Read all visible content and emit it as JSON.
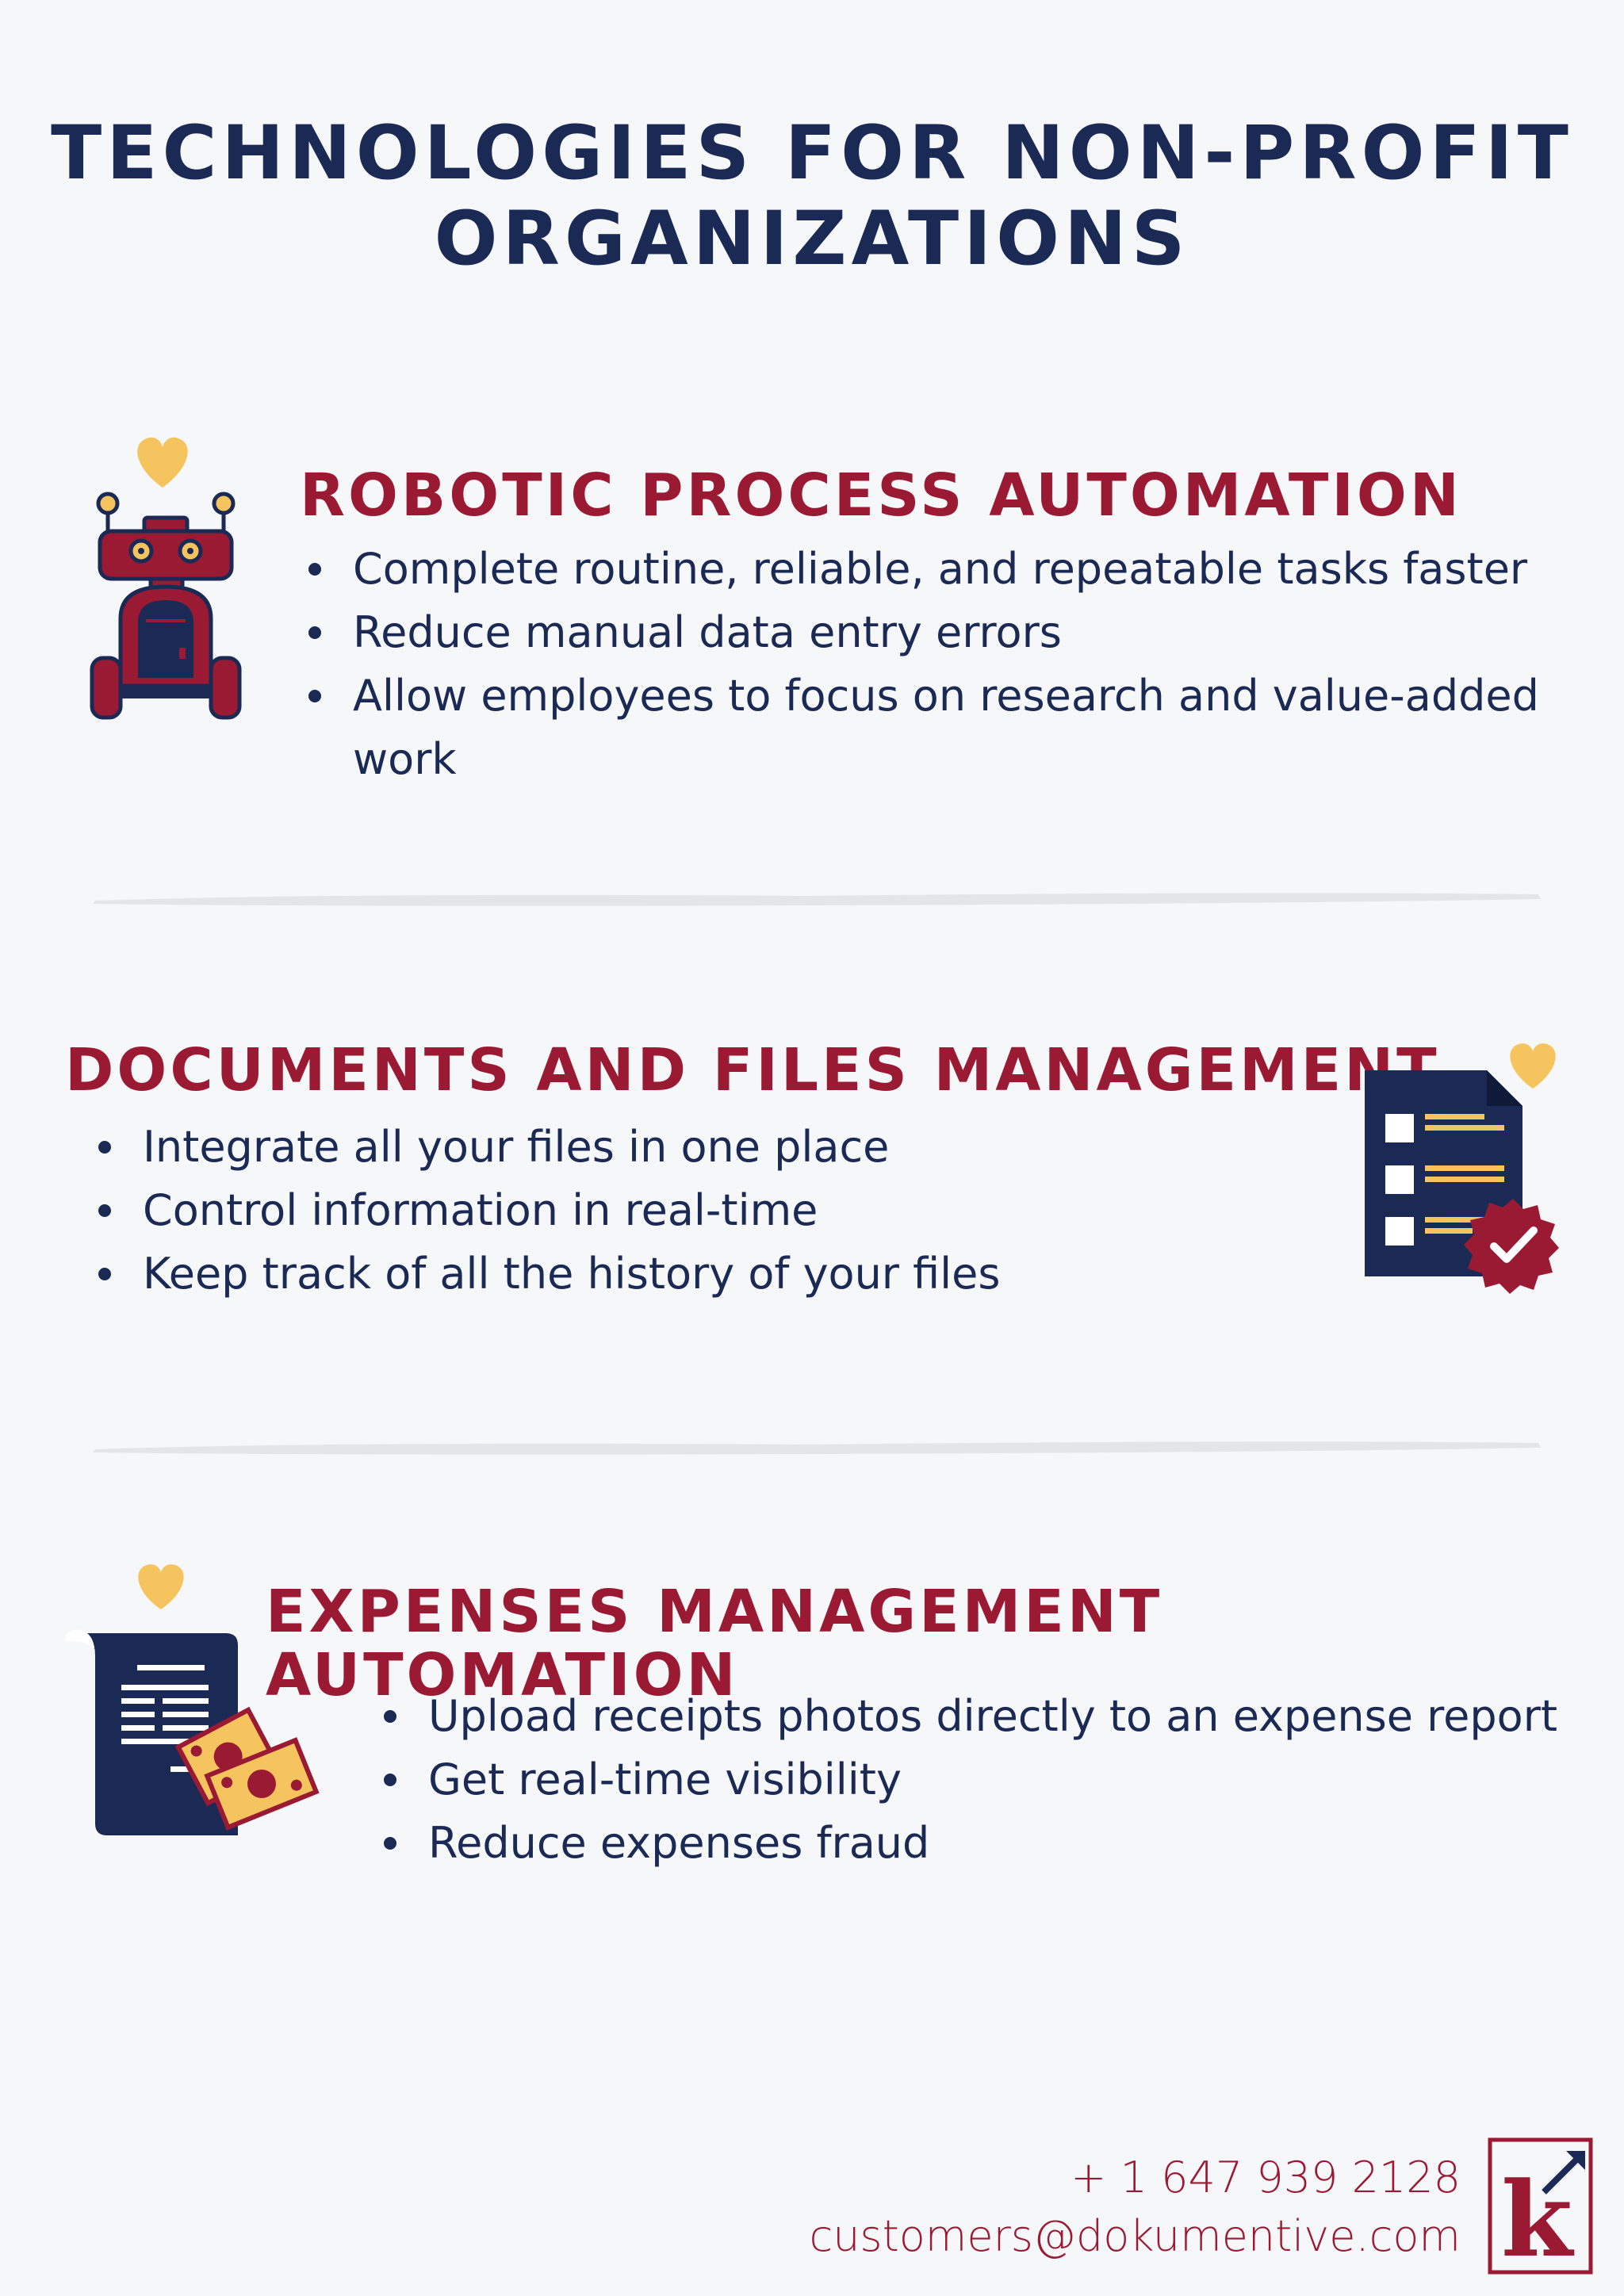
{
  "title": {
    "line1": "TECHNOLOGIES FOR NON-PROFIT",
    "line2": "ORGANIZATIONS"
  },
  "sections": [
    {
      "title": "ROBOTIC PROCESS AUTOMATION",
      "icon": "robot-icon",
      "bullets": [
        "Complete routine, reliable, and repeatable tasks faster",
        "Reduce manual data entry errors",
        "Allow employees to focus on research and value-added",
        "work"
      ]
    },
    {
      "title": "DOCUMENTS AND FILES MANAGEMENT",
      "icon": "document-checklist-icon",
      "bullets": [
        "Integrate all your files in one place",
        "Control information in real-time",
        "Keep track of all the history of your files"
      ]
    },
    {
      "title_line1": "EXPENSES MANAGEMENT",
      "title_line2": "AUTOMATION",
      "icon": "receipt-money-icon",
      "bullets": [
        "Upload receipts photos directly to an expense report",
        "Get real-time visibility",
        "Reduce expenses fraud"
      ]
    }
  ],
  "contact": {
    "phone": "+ 1 647 939 2128",
    "email": "customers@dokumentive.com"
  },
  "logo": {
    "letter": "k",
    "icon": "arrow-up-right-icon"
  },
  "colors": {
    "navy": "#1b2a55",
    "crimson": "#9b1a33",
    "heart": "#f6c45e",
    "divider": "#e4e5e8"
  }
}
